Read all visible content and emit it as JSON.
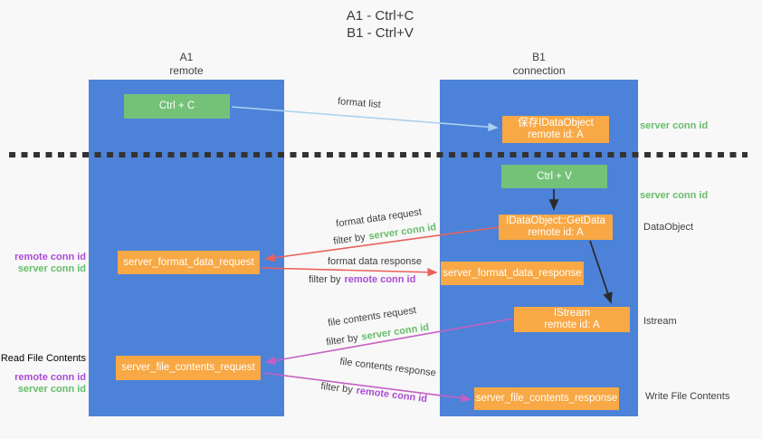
{
  "title": {
    "line1": "A1 - Ctrl+C",
    "line2": "B1 - Ctrl+V"
  },
  "lanes": {
    "a1": {
      "name": "A1",
      "subtitle": "remote"
    },
    "b1": {
      "name": "B1",
      "subtitle": "connection"
    }
  },
  "nodes": {
    "ctrl_c": {
      "label": "Ctrl + C"
    },
    "ctrl_v": {
      "label": "Ctrl + V"
    },
    "save_dataobject": {
      "line1": "保存IDataObject",
      "line2": "remote id: A"
    },
    "getdata": {
      "line1": "IDataObject::GetData",
      "line2": "remote id: A"
    },
    "istream": {
      "line1": "IStream",
      "line2": "remote id: A"
    },
    "format_request": {
      "label": "server_format_data_request"
    },
    "format_response": {
      "label": "server_format_data_response"
    },
    "file_request": {
      "label": "server_file_contents_request"
    },
    "file_response": {
      "label": "server_file_contents_response"
    }
  },
  "side_labels": {
    "right_server_conn_top": "server conn id",
    "right_server_conn_mid": "server conn id",
    "dataobject": "DataObject",
    "istream": "Istream",
    "write_file": "Write File Contents",
    "read_file": "Read File Contents",
    "left_remote_conn_1": "remote conn id",
    "left_server_conn_1": "server conn id",
    "left_remote_conn_2": "remote conn id",
    "left_server_conn_2": "server conn id"
  },
  "arrow_labels": {
    "format_list": "format list",
    "format_data_request": "format data request",
    "filter_by_1": "filter by",
    "server_conn_1": "server conn id",
    "format_data_response": "format data response",
    "filter_by_2": "filter by",
    "remote_conn_2": "remote conn id",
    "file_contents_request": "file contents request",
    "filter_by_3": "filter by",
    "server_conn_3": "server conn id",
    "file_contents_response": "file contents response",
    "filter_by_4": "filter by",
    "remote_conn_4": "remote conn id"
  },
  "colors": {
    "background": "#f8f8f8",
    "lane_blue": "#4d82d9",
    "box_green": "#74c178",
    "box_orange": "#f8a844",
    "arrow_red": "#e9615c",
    "arrow_magenta": "#c55fc4",
    "arrow_light_blue": "#a9d2ef",
    "arrow_black": "#2b2b2b",
    "text_green": "#67bd6b",
    "text_purple": "#aa4bd5",
    "text_dark": "#3f3f3f"
  }
}
